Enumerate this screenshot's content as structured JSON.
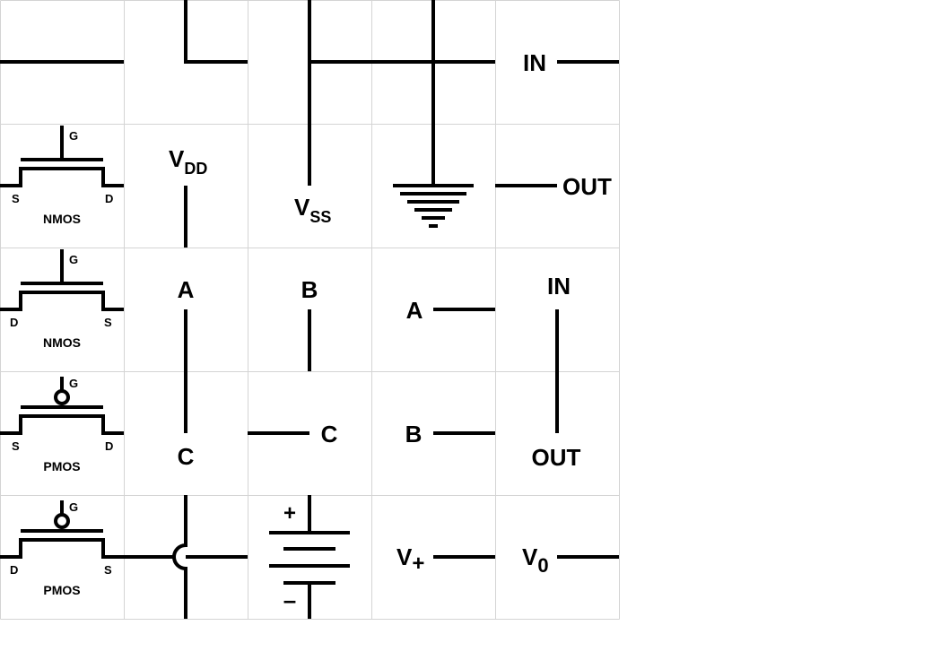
{
  "colors": {
    "background": "#ffffff",
    "wire": "#000000",
    "grid": "#d4d4d4"
  },
  "labels": {
    "in": "IN",
    "out": "OUT",
    "gate": "G",
    "source": "S",
    "drain": "D",
    "nmos": "NMOS",
    "pmos": "PMOS",
    "v": "V",
    "dd": "DD",
    "ss": "SS",
    "plus_sub": "+",
    "zero_sub": "0",
    "a": "A",
    "b": "B",
    "c": "C",
    "battery_plus": "+",
    "battery_minus": "–"
  },
  "tiles": [
    "wire-horizontal",
    "wire-corner",
    "wire-tee",
    "wire-cross",
    "input-terminal",
    "nmos-sd",
    "vdd-rail",
    "vss-rail",
    "ground",
    "output-terminal",
    "nmos-ds",
    "label-a-vertical",
    "label-b-vertical",
    "label-a-horizontal",
    "in-out-vertical-top",
    "pmos-sd",
    "label-c-vertical",
    "label-c-horizontal",
    "label-b-horizontal",
    "in-out-vertical-bottom",
    "pmos-ds",
    "wire-crossover",
    "battery",
    "v-plus",
    "v-zero"
  ]
}
